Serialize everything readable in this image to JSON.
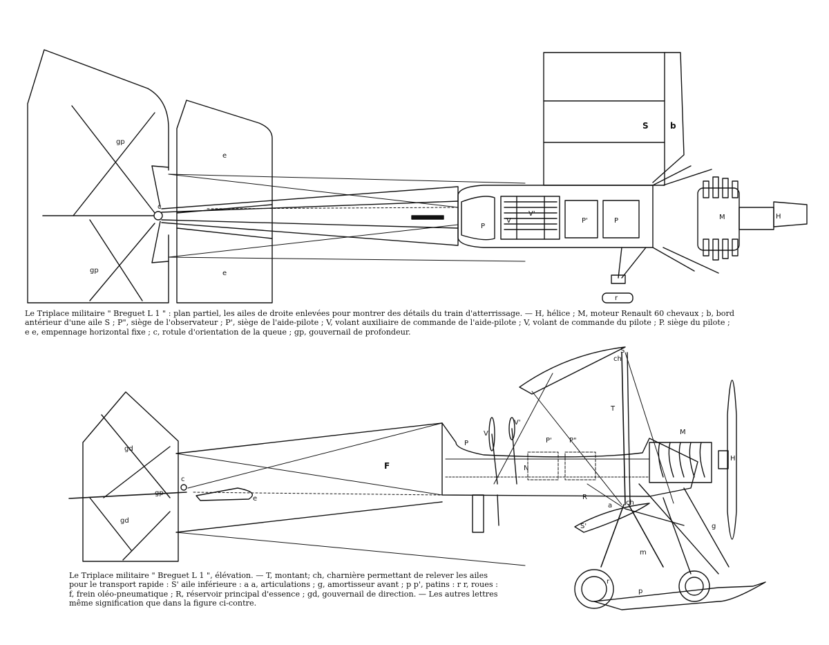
{
  "plan_view": {
    "labels": {
      "gp_top": "gp",
      "gp_bottom": "gp",
      "e_top": "e",
      "e_bottom": "e",
      "c": "c",
      "S": "S",
      "b": "b",
      "P_obs": "P",
      "V": "V",
      "V_prime": "V'",
      "P_prime": "P'",
      "P_pilot": "P",
      "H": "H",
      "M": "M",
      "r": "r"
    },
    "caption": {
      "line1": "Le Triplace militaire \" Breguet L 1 \" : plan partiel, les ailes de droite enlevées pour montrer des détails du train d'atterrissage. — H, hélice ; M, moteur Renault 60 chevaux ; b, bord",
      "line2": "antérieur d'une aile S ; P\", siège de l'observateur ; P', siège de l'aide-pilote ; V, volant auxiliaire de commande de l'aide-pilote ; V, volant de commande du pilote ; P. siège du pilote ;",
      "line3": "e e, empennage horizontal fixe ; c, rotule d'orientation de la queue ; gp, gouvernail de profondeur."
    }
  },
  "elevation_view": {
    "labels": {
      "gd_top": "gd",
      "gd_bottom": "gd",
      "c": "c",
      "gp": "gp",
      "e": "e",
      "F": "F",
      "P": "P",
      "V": "V",
      "V_prime": "V'",
      "P_prime": "P'",
      "P_dbl": "P\"",
      "N": "N",
      "R": "R",
      "S_top": "S",
      "ch_top": "ch",
      "T": "T",
      "M": "M",
      "H": "H",
      "a": "a",
      "ch_low": "ch",
      "S_prime": "S'",
      "g": "g",
      "m": "m",
      "r": "r",
      "p": "p"
    },
    "caption": {
      "line1": "Le Triplace militaire \" Breguet L 1 \", élévation. — T, montant; ch, charnière permettant de relever les ailes",
      "line2": "pour le transport rapide : S' aile inférieure : a a, articulations ; g, amortisseur avant ; p p', patins : r r, roues :",
      "line3": "f, frein oléo-pneumatique ; R, réservoir principal d'essence ; gd, gouvernail de direction. — Les autres lettres",
      "line4": "même signification que dans la figure ci-contre."
    }
  }
}
